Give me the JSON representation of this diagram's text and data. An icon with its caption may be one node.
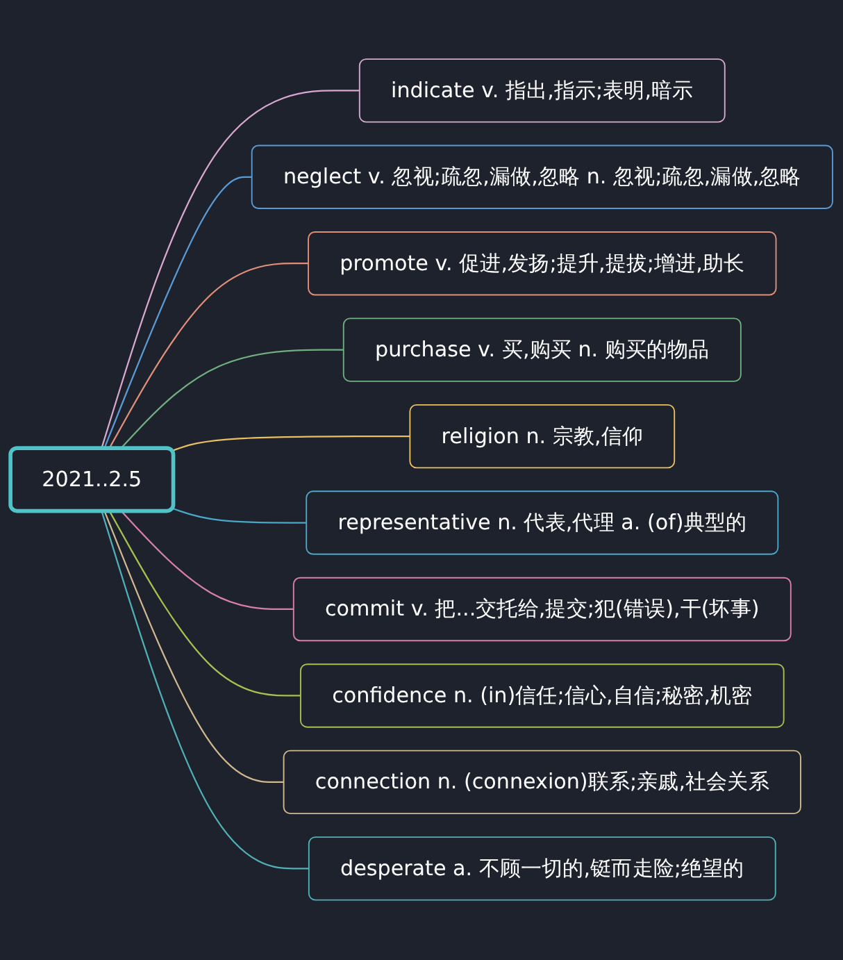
{
  "diagram": {
    "nodes": [
      {
        "text": [
          "2021..2.5"
        ]
      },
      {
        "text": [
          "indicate v. 指出,指示;表明,暗示"
        ]
      },
      {
        "text": [
          "neglect v. 忽视;疏忽,漏做,忽略 n. 忽视;疏忽,漏做,忽略"
        ]
      },
      {
        "text": [
          "promote v. 促进,发扬;提升,提拔;增进,助长"
        ]
      },
      {
        "text": [
          "purchase v. 买,购买 n. 购买的物品"
        ]
      },
      {
        "text": [
          "religion n. 宗教,信仰"
        ]
      },
      {
        "text": [
          "representative n. 代表,代理 a. (of)典型的"
        ]
      },
      {
        "text": [
          "commit v. 把...交托给,提交;犯(错误),干(坏事)"
        ]
      },
      {
        "text": [
          "confidence n. (in)信任;信心,自信;秘密,机密"
        ]
      },
      {
        "text": [
          "connection n. (connexion)联系;亲戚,社会关系"
        ]
      },
      {
        "text": [
          "desperate a. 不顾一切的,铤而走险;绝望的"
        ]
      }
    ],
    "edges": [
      {
        "from": 0,
        "to": 1,
        "arrow": "none",
        "color": "#d8a8d0"
      },
      {
        "from": 0,
        "to": 2,
        "arrow": "none",
        "color": "#5b9bd5"
      },
      {
        "from": 0,
        "to": 3,
        "arrow": "none",
        "color": "#e0907a"
      },
      {
        "from": 0,
        "to": 4,
        "arrow": "none",
        "color": "#70b080"
      },
      {
        "from": 0,
        "to": 5,
        "arrow": "none",
        "color": "#e8c060"
      },
      {
        "from": 0,
        "to": 6,
        "arrow": "none",
        "color": "#4aa8c8"
      },
      {
        "from": 0,
        "to": 7,
        "arrow": "none",
        "color": "#d880a8"
      },
      {
        "from": 0,
        "to": 8,
        "arrow": "none",
        "color": "#a8c050"
      },
      {
        "from": 0,
        "to": 9,
        "arrow": "none",
        "color": "#d0b890"
      },
      {
        "from": 0,
        "to": 10,
        "arrow": "none",
        "color": "#50b0b8"
      }
    ]
  }
}
